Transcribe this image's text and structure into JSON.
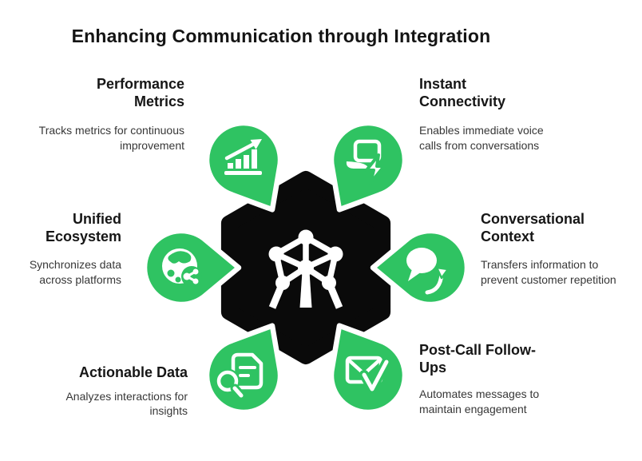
{
  "title": "Enhancing Communication through Integration",
  "colors": {
    "accent_green": "#2fc362",
    "hexagon_black": "#0a0a0a",
    "heading_text": "#161616",
    "body_text": "#373737",
    "icon_white": "#ffffff",
    "background": "#ffffff"
  },
  "center": {
    "icon": "atomium-network-icon"
  },
  "items": [
    {
      "id": "performance-metrics",
      "position": "top-left",
      "title": "Performance Metrics",
      "description": "Tracks metrics for continuous improvement",
      "icon": "bar-chart-growth-icon"
    },
    {
      "id": "instant-connectivity",
      "position": "top-right",
      "title": "Instant Connectivity",
      "description": "Enables immediate voice calls from conversations",
      "icon": "laptop-lightning-icon"
    },
    {
      "id": "unified-ecosystem",
      "position": "middle-left",
      "title": "Unified Ecosystem",
      "description": "Synchronizes data across platforms",
      "icon": "globe-network-icon"
    },
    {
      "id": "conversational-context",
      "position": "middle-right",
      "title": "Conversational Context",
      "description": "Transfers information to prevent customer repetition",
      "icon": "chat-bubble-arrow-icon"
    },
    {
      "id": "actionable-data",
      "position": "bottom-left",
      "title": "Actionable Data",
      "description": "Analyzes interactions for insights",
      "icon": "document-search-icon"
    },
    {
      "id": "post-call-follow-ups",
      "position": "bottom-right",
      "title": "Post-Call Follow-Ups",
      "description": "Automates messages to maintain engagement",
      "icon": "envelope-check-icon"
    }
  ]
}
